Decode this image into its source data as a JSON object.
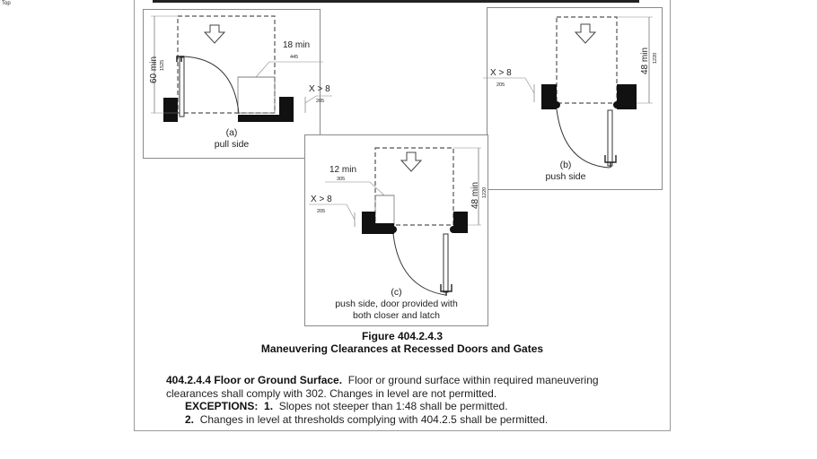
{
  "corner_label": "Top",
  "figure": {
    "number": "Figure 404.2.4.3",
    "title": "Maneuvering Clearances at Recessed Doors and Gates",
    "panels": {
      "a": {
        "letter": "(a)",
        "caption": "pull side",
        "depth_label": "60 min",
        "depth_metric": "1525",
        "side_label": "18 min",
        "side_metric": "445",
        "recess_label": "X > 8",
        "recess_metric": "205"
      },
      "b": {
        "letter": "(b)",
        "caption": "push side",
        "depth_label": "48 min",
        "depth_metric": "1220",
        "recess_label": "X > 8",
        "recess_metric": "205"
      },
      "c": {
        "letter": "(c)",
        "caption_line1": "push side, door provided with",
        "caption_line2": "both closer and latch",
        "depth_label": "48 min",
        "depth_metric": "1220",
        "side_label": "12 min",
        "side_metric": "305",
        "recess_label": "X > 8",
        "recess_metric": "205"
      }
    }
  },
  "section": {
    "heading": "404.2.4.4 Floor or Ground Surface.",
    "text_line1": "Floor or ground surface within required maneuvering",
    "text_line2": "clearances shall comply with 302.  Changes in level are not permitted.",
    "exceptions_label": "EXCEPTIONS:",
    "exception1_num": "1.",
    "exception1_text": "Slopes not steeper than 1:48 shall be permitted.",
    "exception2_num": "2.",
    "exception2_text": "Changes in level at thresholds complying with 404.2.5 shall be permitted."
  }
}
